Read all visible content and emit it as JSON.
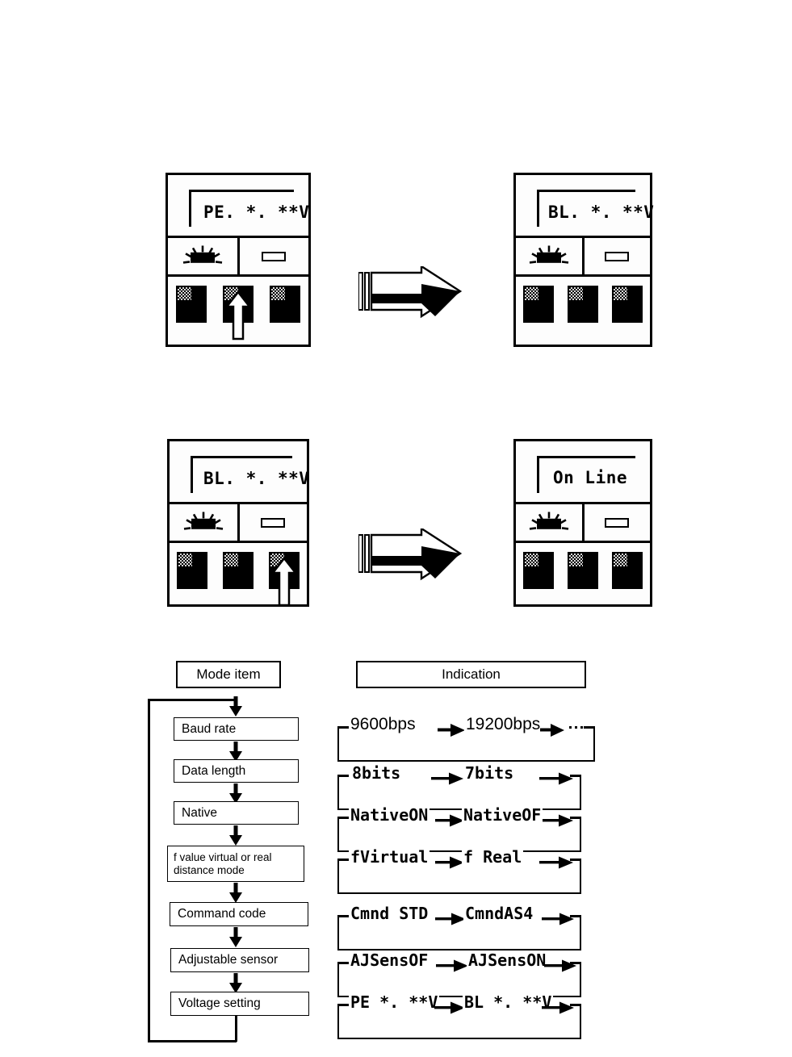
{
  "sequence": {
    "step1": {
      "before": {
        "name": "panel-pe-voltage",
        "display": "PE. *. **V",
        "led_left_state": "on",
        "led_right_state": "off",
        "pressed_button_index": 1,
        "button_count": 3
      },
      "after": {
        "name": "panel-bl-voltage",
        "display": "BL. *. **V",
        "led_left_state": "on",
        "led_right_state": "off",
        "pressed_button_index": -1,
        "button_count": 3
      },
      "transition_icon": "block-arrow-right"
    },
    "step2": {
      "before": {
        "name": "panel-bl-voltage",
        "display": "BL. *. **V",
        "led_left_state": "on",
        "led_right_state": "off",
        "pressed_button_index": 2,
        "button_count": 3
      },
      "after": {
        "name": "panel-on-line",
        "display": "On Line",
        "led_left_state": "on",
        "led_right_state": "off",
        "pressed_button_index": -1,
        "button_count": 3
      },
      "transition_icon": "block-arrow-right"
    }
  },
  "flow": {
    "headers": {
      "mode_item": "Mode item",
      "indication": "Indication"
    },
    "mode_items": [
      {
        "label": "Baud  rate"
      },
      {
        "label": "Data  length"
      },
      {
        "label": "Native"
      },
      {
        "label": "f value virtual or real distance mode"
      },
      {
        "label": "Command code"
      },
      {
        "label": "Adjustable sensor"
      },
      {
        "label": "Voltage setting"
      }
    ],
    "indications": [
      {
        "first": "9600bps",
        "second": "19200bps",
        "trailing": "dotted",
        "font": "proportional"
      },
      {
        "first": "8bits",
        "second": "7bits",
        "trailing": "arrow",
        "font": "mono"
      },
      {
        "first": "NativeON",
        "second": "NativeOF",
        "trailing": "arrow",
        "font": "mono"
      },
      {
        "first": "fVirtual",
        "second": "f Real",
        "trailing": "arrow",
        "font": "mono"
      },
      {
        "first": "Cmnd STD",
        "second": "CmndAS4",
        "trailing": "arrow",
        "font": "mono"
      },
      {
        "first": "AJSensOF",
        "second": "AJSensON",
        "trailing": "arrow",
        "font": "mono"
      },
      {
        "first": "PE *. **V",
        "second": "BL *. **V",
        "trailing": "arrow",
        "font": "mono"
      }
    ]
  },
  "colors": {
    "ink": "#000000",
    "paper": "#ffffff"
  }
}
